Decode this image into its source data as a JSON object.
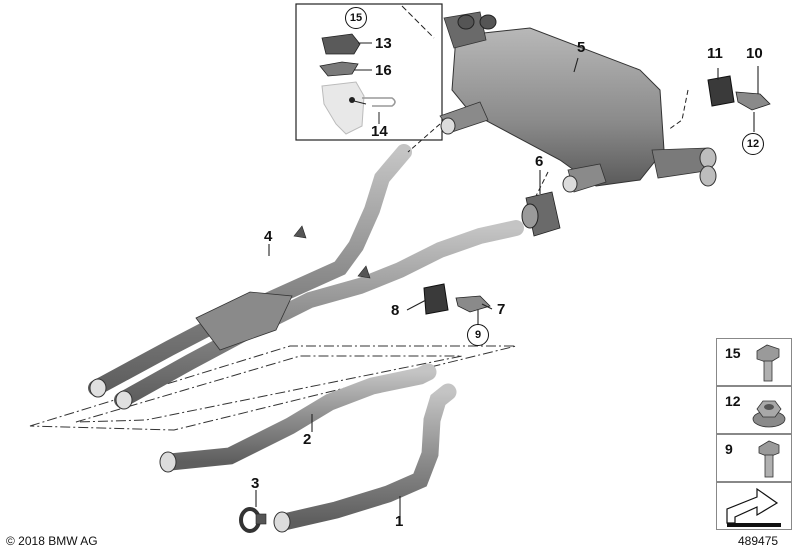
{
  "callouts": {
    "c1": "1",
    "c2": "2",
    "c3": "3",
    "c4": "4",
    "c5": "5",
    "c6": "6",
    "c7": "7",
    "c8": "8",
    "c9": "9",
    "c10": "10",
    "c11": "11",
    "c12": "12",
    "c13": "13",
    "c14": "14",
    "c15": "15",
    "c16": "16"
  },
  "legend": {
    "items": [
      {
        "label": "15",
        "icon": "bolt-flange-icon"
      },
      {
        "label": "12",
        "icon": "hex-nut-icon"
      },
      {
        "label": "9",
        "icon": "hex-bolt-icon"
      }
    ],
    "arrow_icon": "direction-arrow-icon"
  },
  "footer": {
    "copyright": "© 2018 BMW AG",
    "diagram_number": "489475"
  },
  "colors": {
    "part_fill": "#9a9a9a",
    "part_dark": "#6e6e6e",
    "line": "#222222"
  }
}
